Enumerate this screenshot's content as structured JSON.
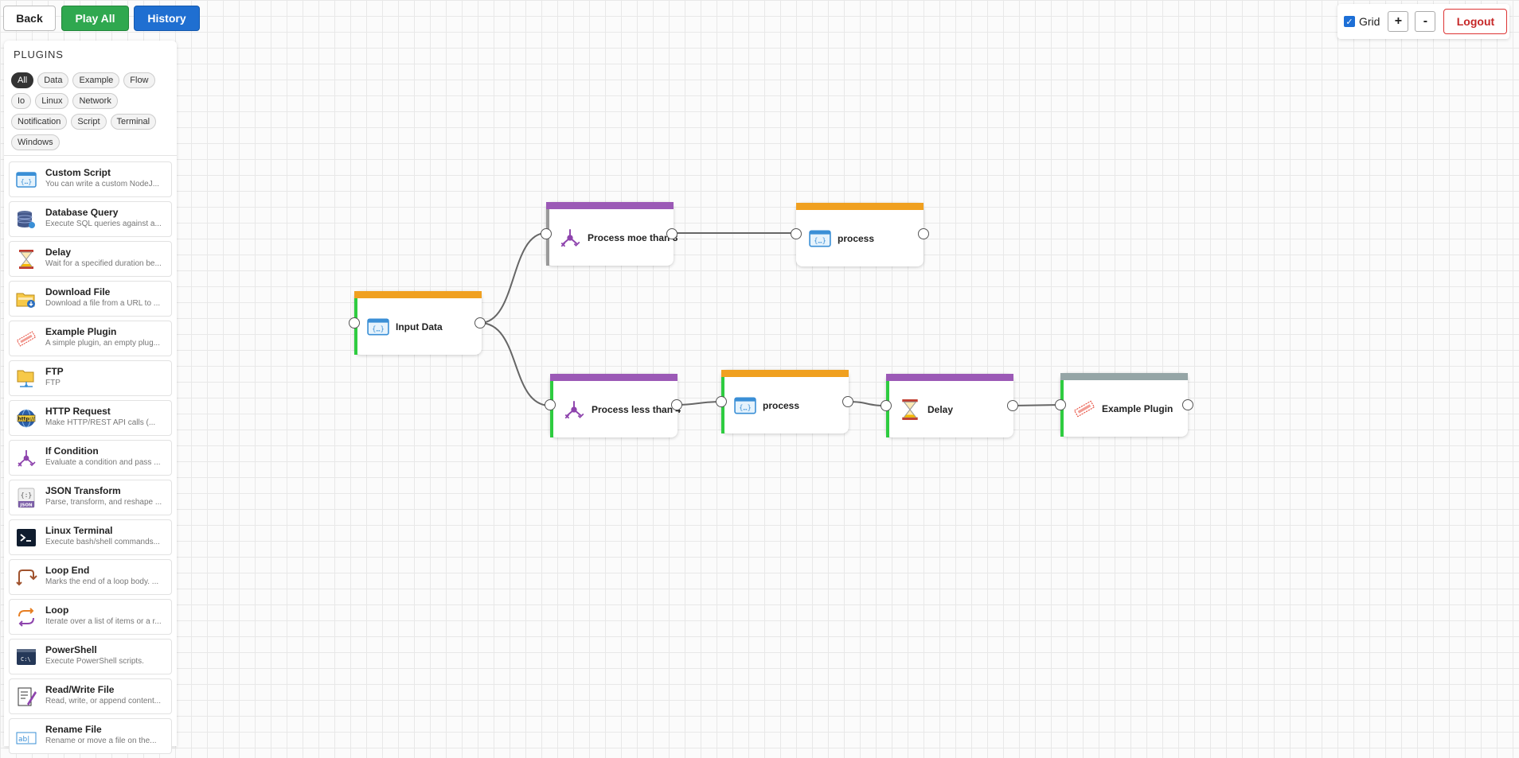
{
  "toolbar": {
    "back": "Back",
    "play_all": "Play All",
    "history": "History"
  },
  "controls": {
    "grid_label": "Grid",
    "grid_checked": true,
    "zoom_in": "+",
    "zoom_out": "-",
    "logout": "Logout"
  },
  "sidebar": {
    "title": "PLUGINS",
    "filters": [
      {
        "label": "All",
        "active": true
      },
      {
        "label": "Data"
      },
      {
        "label": "Example"
      },
      {
        "label": "Flow"
      },
      {
        "label": "Io"
      },
      {
        "label": "Linux"
      },
      {
        "label": "Network"
      },
      {
        "label": "Notification"
      },
      {
        "label": "Script"
      },
      {
        "label": "Terminal"
      },
      {
        "label": "Windows"
      }
    ],
    "plugins": [
      {
        "name": "Custom Script",
        "desc": "You can write a custom NodeJ...",
        "icon": "code-window-icon"
      },
      {
        "name": "Database Query",
        "desc": "Execute SQL queries against a...",
        "icon": "database-icon"
      },
      {
        "name": "Delay",
        "desc": "Wait for a specified duration be...",
        "icon": "hourglass-icon"
      },
      {
        "name": "Download File",
        "desc": "Download a file from a URL to ...",
        "icon": "download-folder-icon"
      },
      {
        "name": "Example Plugin",
        "desc": "A simple plugin, an empty plug...",
        "icon": "example-stamp-icon"
      },
      {
        "name": "FTP",
        "desc": "FTP",
        "icon": "ftp-folder-icon"
      },
      {
        "name": "HTTP Request",
        "desc": "Make HTTP/REST API calls (...",
        "icon": "http-globe-icon"
      },
      {
        "name": "If Condition",
        "desc": "Evaluate a condition and pass ...",
        "icon": "branch-icon"
      },
      {
        "name": "JSON Transform",
        "desc": "Parse, transform, and reshape ...",
        "icon": "json-icon"
      },
      {
        "name": "Linux Terminal",
        "desc": "Execute bash/shell commands...",
        "icon": "terminal-icon"
      },
      {
        "name": "Loop End",
        "desc": "Marks the end of a loop body. ...",
        "icon": "loop-end-icon"
      },
      {
        "name": "Loop",
        "desc": "Iterate over a list of items or a r...",
        "icon": "loop-icon"
      },
      {
        "name": "PowerShell",
        "desc": "Execute PowerShell scripts.",
        "icon": "powershell-icon"
      },
      {
        "name": "Read/Write File",
        "desc": "Read, write, or append content...",
        "icon": "file-edit-icon"
      },
      {
        "name": "Rename File",
        "desc": "Rename or move a file on the...",
        "icon": "rename-icon"
      }
    ]
  },
  "canvas": {
    "nodes": [
      {
        "id": "n1",
        "label": "Input Data",
        "icon": "code-window-icon",
        "color": "#f0a020"
      },
      {
        "id": "n2",
        "label": "Process moe than 3",
        "icon": "branch-icon",
        "color": "#9b59b6"
      },
      {
        "id": "n3",
        "label": "process",
        "icon": "code-window-icon",
        "color": "#f0a020"
      },
      {
        "id": "n4",
        "label": "Process less than 4",
        "icon": "branch-icon",
        "color": "#9b59b6"
      },
      {
        "id": "n5",
        "label": "process",
        "icon": "code-window-icon",
        "color": "#f0a020"
      },
      {
        "id": "n6",
        "label": "Delay",
        "icon": "hourglass-icon",
        "color": "#9b59b6"
      },
      {
        "id": "n7",
        "label": "Example Plugin",
        "icon": "example-stamp-icon",
        "color": "#95a5a6"
      }
    ],
    "edges": [
      [
        "n1",
        "n2"
      ],
      [
        "n1",
        "n4"
      ],
      [
        "n2",
        "n3"
      ],
      [
        "n4",
        "n5"
      ],
      [
        "n5",
        "n6"
      ],
      [
        "n6",
        "n7"
      ]
    ]
  }
}
